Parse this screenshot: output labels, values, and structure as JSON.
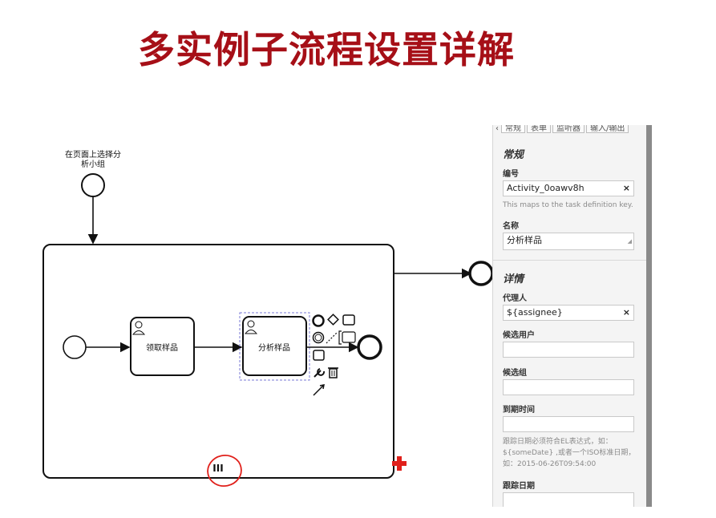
{
  "slide": {
    "title": "多实例子流程设置详解"
  },
  "diagram": {
    "start_event_label_line1": "在页面上选择分",
    "start_event_label_line2": "析小组",
    "task1_label": "领取样品",
    "task2_label": "分析样品",
    "multi_instance_marker": "III",
    "accent_color": "#a60f17",
    "annotation_color": "#e0201b",
    "selection_color": "#7a7ad6"
  },
  "panel": {
    "tabs": [
      {
        "label": "常规"
      },
      {
        "label": "表单"
      },
      {
        "label": "监听器"
      },
      {
        "label": "输入/输出"
      }
    ],
    "general": {
      "title": "常规",
      "id_label": "编号",
      "id_value": "Activity_0oawv8h",
      "id_hint": "This maps to the task definition key.",
      "name_label": "名称",
      "name_value": "分析样品"
    },
    "details": {
      "title": "详情",
      "assignee_label": "代理人",
      "assignee_value": "${assignee}",
      "candidate_users_label": "候选用户",
      "candidate_users_value": "",
      "candidate_groups_label": "候选组",
      "candidate_groups_value": "",
      "due_date_label": "到期时间",
      "due_date_value": "",
      "due_date_hint_line1": "跟踪日期必须符合EL表达式，如：",
      "due_date_hint_line2": "${someDate} ,或者一个ISO标准日期，",
      "due_date_hint_line3": "如：2015-06-26T09:54:00",
      "follow_up_label": "跟踪日期",
      "follow_up_value": ""
    },
    "clear_icon": "×"
  }
}
